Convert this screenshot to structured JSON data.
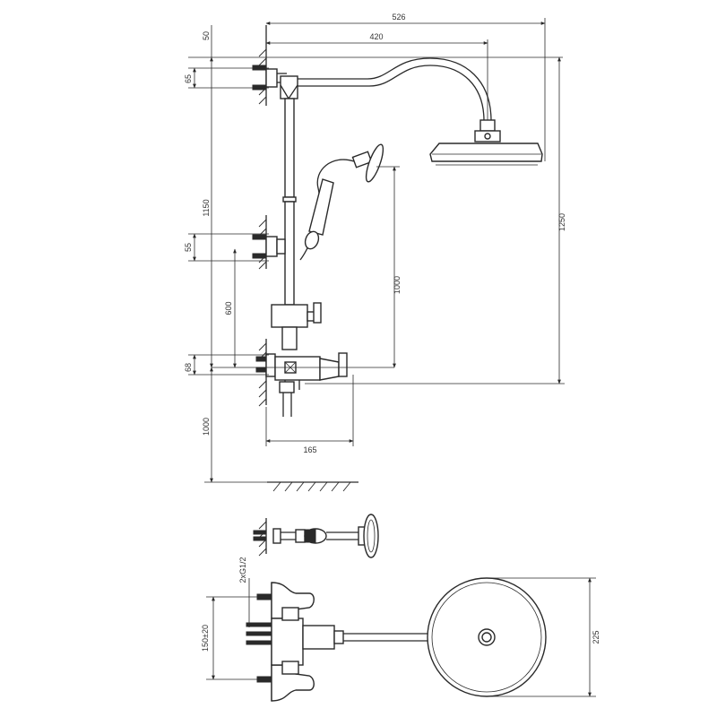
{
  "colors": {
    "line": "#2a2a2a",
    "background": "#ffffff"
  },
  "dimensions": {
    "overall_width": "526",
    "arm_length": "420",
    "top_offset": "50",
    "upper_bracket": "65",
    "bracket_spacing": "1150",
    "middle_bracket": "55",
    "slide_height": "600",
    "valve_bracket": "68",
    "floor_to_valve": "1000",
    "total_height": "1250",
    "hand_shower_height": "1000",
    "valve_depth": "165",
    "inlet_thread": "2xG1/2",
    "inlet_spacing": "150±20",
    "head_diameter": "225"
  }
}
